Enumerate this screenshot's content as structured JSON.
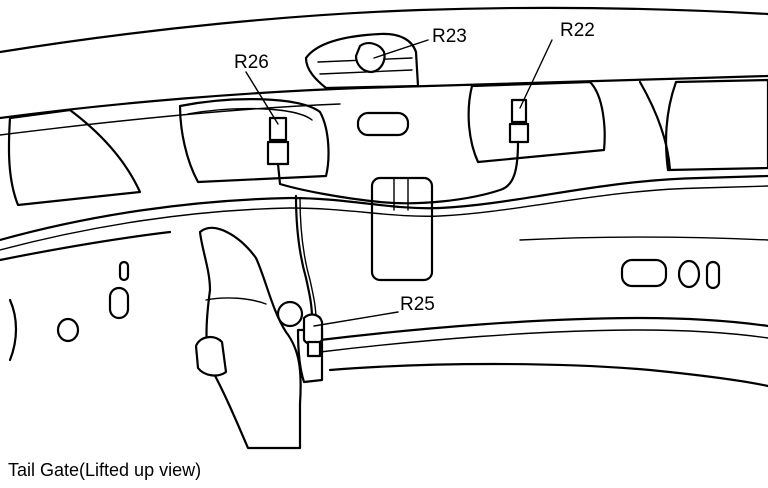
{
  "labels": {
    "r23": "R23",
    "r26": "R26",
    "r22": "R22",
    "r25": "R25"
  },
  "caption": "Tail Gate(Lifted up view)"
}
